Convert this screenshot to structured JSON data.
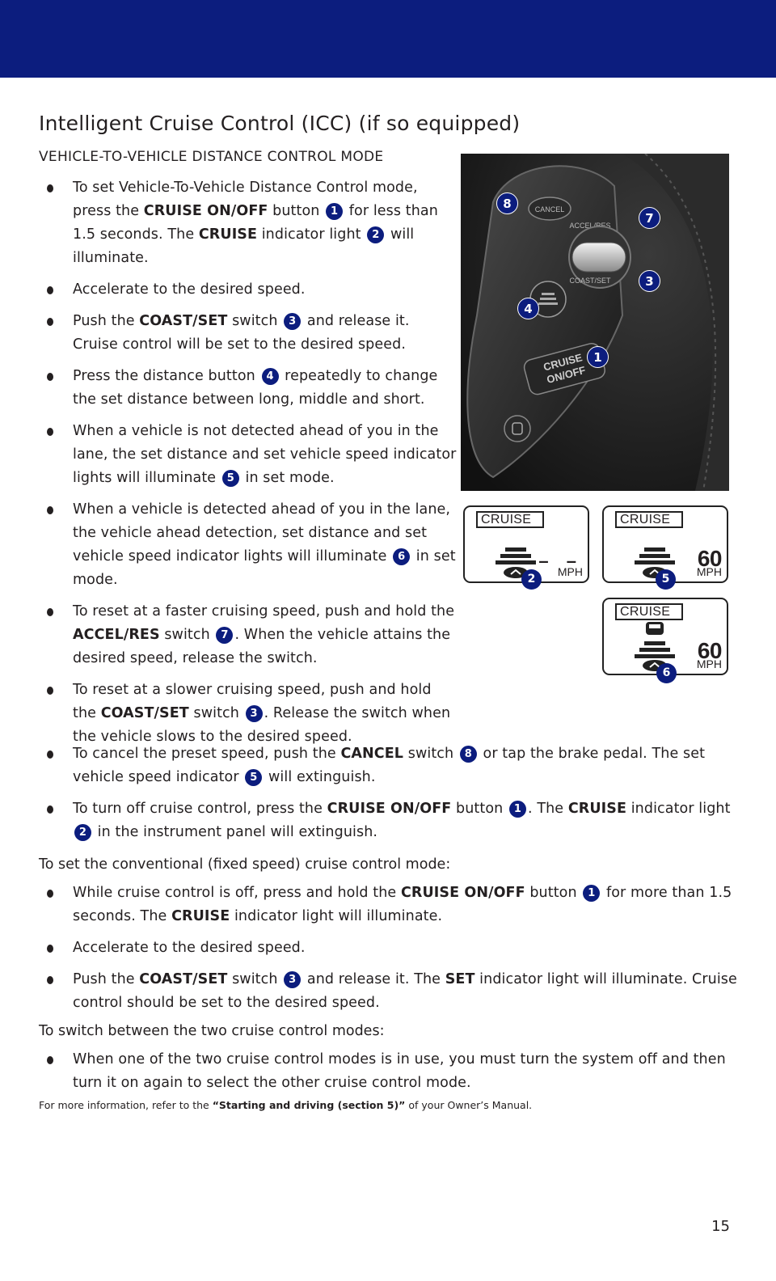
{
  "title": "Intelligent Cruise Control (ICC) (if so equipped)",
  "subhead": "VEHICLE-TO-VEHICLE DISTANCE CONTROL MODE",
  "bullets_icc": [
    {
      "segments": [
        {
          "t": "To set Vehicle-To-Vehicle Distance Control mode, press the "
        },
        {
          "b": "CRUISE ON/OFF"
        },
        {
          "t": " button "
        },
        {
          "n": "1"
        },
        {
          "t": " for less than 1.5 seconds. The "
        },
        {
          "b": "CRUISE"
        },
        {
          "t": " indicator light "
        },
        {
          "n": "2"
        },
        {
          "t": " will illuminate."
        }
      ]
    },
    {
      "segments": [
        {
          "t": "Accelerate to the desired speed."
        }
      ]
    },
    {
      "segments": [
        {
          "t": "Push the "
        },
        {
          "b": "COAST/SET"
        },
        {
          "t": " switch "
        },
        {
          "n": "3"
        },
        {
          "t": " and release it. Cruise control will be set to the desired speed."
        }
      ]
    },
    {
      "segments": [
        {
          "t": "Press the distance button "
        },
        {
          "n": "4"
        },
        {
          "t": " repeatedly to change the set distance between long, middle and short."
        }
      ]
    },
    {
      "segments": [
        {
          "t": "When a vehicle is not detected ahead of you in the lane, the set distance and set vehicle speed indicator lights will illuminate "
        },
        {
          "n": "5"
        },
        {
          "t": " in set mode."
        }
      ]
    },
    {
      "segments": [
        {
          "t": "When a vehicle is detected ahead of you in the lane, the vehicle ahead detection, set distance and set vehicle speed indicator lights will illuminate "
        },
        {
          "n": "6"
        },
        {
          "t": " in set mode."
        }
      ]
    },
    {
      "segments": [
        {
          "t": "To reset at a faster cruising speed, push and hold the "
        },
        {
          "b": "ACCEL/RES"
        },
        {
          "t": " switch "
        },
        {
          "n": "7"
        },
        {
          "t": ". When the vehicle attains the desired speed, release the switch."
        }
      ]
    },
    {
      "segments": [
        {
          "t": "To reset at a slower cruising speed, push and hold the "
        },
        {
          "b": "COAST/SET"
        },
        {
          "t": " switch "
        },
        {
          "n": "3"
        },
        {
          "t": ". Release the switch when the vehicle slows to the desired speed."
        }
      ]
    }
  ],
  "bullets_cancel": [
    {
      "segments": [
        {
          "t": "To cancel the preset speed, push the "
        },
        {
          "b": "CANCEL"
        },
        {
          "t": " switch "
        },
        {
          "n": "8"
        },
        {
          "t": " or tap the brake pedal. The set vehicle speed indicator "
        },
        {
          "n": "5"
        },
        {
          "t": " will extinguish."
        }
      ]
    },
    {
      "segments": [
        {
          "t": "To turn off cruise control, press the "
        },
        {
          "b": "CRUISE ON/OFF"
        },
        {
          "t": " button "
        },
        {
          "n": "1"
        },
        {
          "t": ". The "
        },
        {
          "b": "CRUISE"
        },
        {
          "t": " indicator light "
        },
        {
          "n": "2"
        },
        {
          "t": " in the instrument panel will extinguish."
        }
      ]
    }
  ],
  "conventional_intro": "To set the conventional (fixed speed) cruise control mode:",
  "bullets_conventional": [
    {
      "segments": [
        {
          "t": "While cruise control is off, press and hold the "
        },
        {
          "b": "CRUISE ON/OFF"
        },
        {
          "t": " button "
        },
        {
          "n": "1"
        },
        {
          "t": " for more than 1.5 seconds. The "
        },
        {
          "b": "CRUISE"
        },
        {
          "t": " indicator light will illuminate."
        }
      ]
    },
    {
      "segments": [
        {
          "t": "Accelerate to the desired speed."
        }
      ]
    },
    {
      "segments": [
        {
          "t": "Push the "
        },
        {
          "b": "COAST/SET"
        },
        {
          "t": " switch "
        },
        {
          "n": "3"
        },
        {
          "t": " and release it. The "
        },
        {
          "b": "SET"
        },
        {
          "t": " indicator light will illuminate. Cruise control should be set to the desired speed."
        }
      ]
    }
  ],
  "switch_intro": "To switch between the two cruise control modes:",
  "bullets_switch": [
    {
      "segments": [
        {
          "t": "When one of the two cruise control modes is in use, you must turn the system off and then turn it on again to select the other cruise control mode."
        }
      ]
    }
  ],
  "footnote": {
    "prefix": "For more information, refer to the ",
    "bold": "“Starting and driving (section 5)”",
    "suffix": " of your Owner’s Manual."
  },
  "page_number": "15",
  "photo": {
    "labels": {
      "cancel": "CANCEL",
      "accel": "ACCEL/RES",
      "coast": "COAST/SET",
      "cruise_line1": "CRUISE",
      "cruise_line2": "ON/OFF"
    },
    "markers": [
      "8",
      "7",
      "3",
      "4",
      "1"
    ]
  },
  "displays": [
    {
      "cruise": "CRUISE",
      "speed": "",
      "dashes": "– –",
      "unit": "MPH",
      "marker": "2",
      "vehicle": false
    },
    {
      "cruise": "CRUISE",
      "speed": "60",
      "dashes": "",
      "unit": "MPH",
      "marker": "5",
      "vehicle": false
    },
    {
      "cruise": "CRUISE",
      "speed": "60",
      "dashes": "",
      "unit": "MPH",
      "marker": "6",
      "vehicle": true
    }
  ],
  "colors": {
    "brand_blue": "#0c1d7e",
    "text": "#231f20"
  }
}
